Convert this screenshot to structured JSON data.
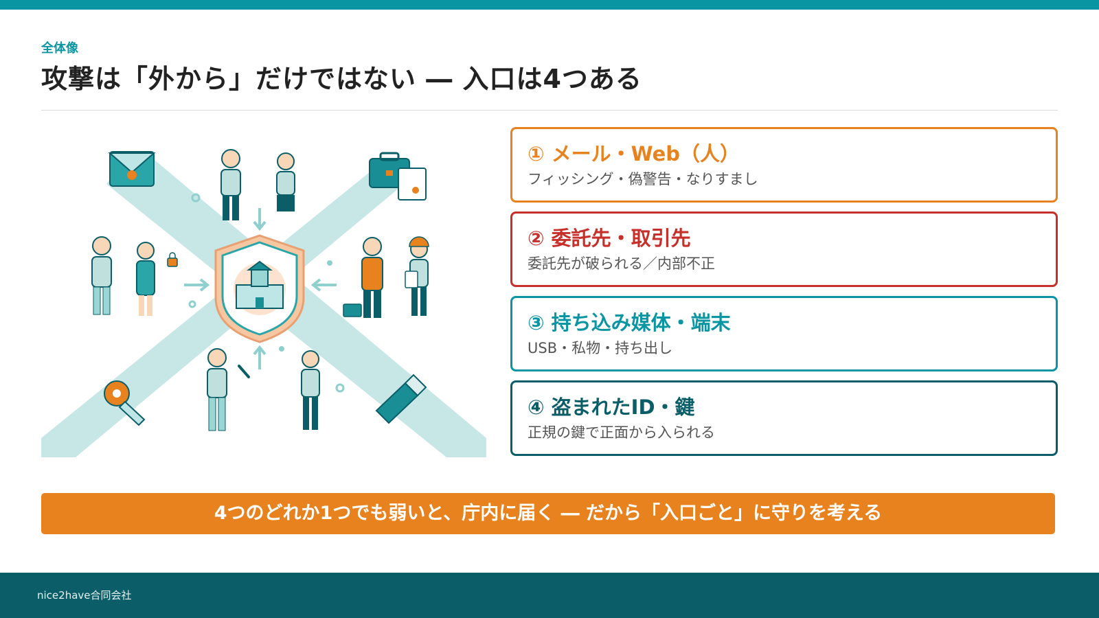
{
  "header": {
    "eyebrow": "全体像",
    "title": "攻撃は「外から」だけではない ― 入口は4つある"
  },
  "colors": {
    "teal": "#0a95a3",
    "dark_teal": "#0b5e68",
    "orange": "#e8821e",
    "red": "#c62f2a"
  },
  "illustration": {
    "icons": [
      "envelope-icon",
      "briefcase-icon",
      "key-icon",
      "usb-icon",
      "shield-building-icon",
      "lock-icon",
      "wrench-icon",
      "toolbox-icon",
      "clipboard-icon"
    ]
  },
  "entries": [
    {
      "title": "① メール・Web（人）",
      "subtitle": "フィッシング・偽警告・なりすまし"
    },
    {
      "title": "② 委託先・取引先",
      "subtitle": "委託先が破られる／内部不正"
    },
    {
      "title": "③ 持ち込み媒体・端末",
      "subtitle": "USB・私物・持ち出し"
    },
    {
      "title": "④ 盗まれたID・鍵",
      "subtitle": "正規の鍵で正面から入られる"
    }
  ],
  "banner": {
    "text": "4つのどれか1つでも弱いと、庁内に届く ― だから「入口ごと」に守りを考える"
  },
  "footer": {
    "company": "nice2have合同会社"
  }
}
